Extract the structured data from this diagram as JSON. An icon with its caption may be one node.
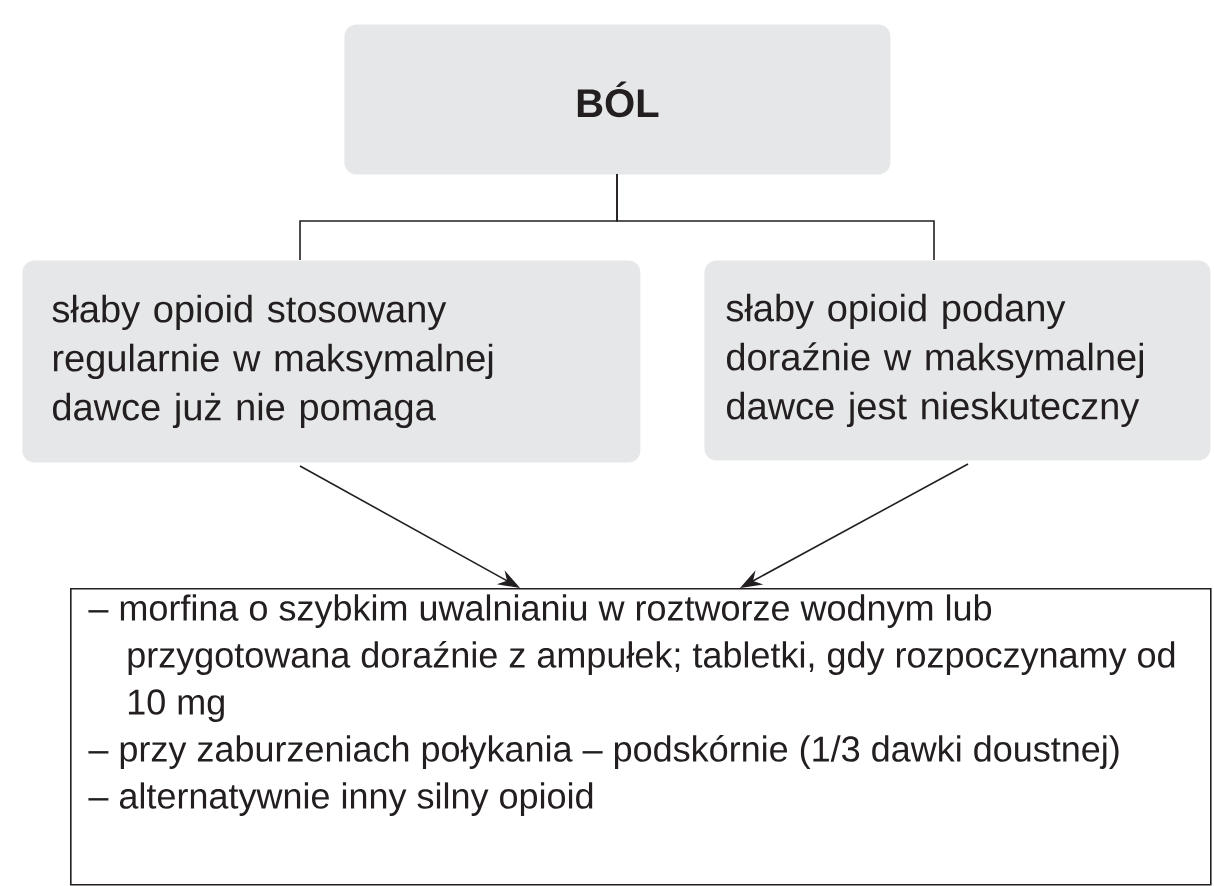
{
  "diagram": {
    "nodes": [
      {
        "text": [
          "BÓL"
        ]
      },
      {
        "text": [
          "słaby opioid stosowany regularnie w maksymalnej dawce już nie pomaga"
        ]
      },
      {
        "text": [
          "słaby opioid podany doraźnie w maksymalnej dawce jest nieskuteczny"
        ]
      },
      {
        "text": [
          "– morfina o szybkim uwalnianiu w roztworze wodnym lub przygotowana doraźnie z ampułek; tabletki, gdy rozpoczynamy od 10 mg",
          "– przy zaburzeniach połykania – podskórnie (1/3 dawki doustnej)",
          "– alternatywnie inny silny opioid"
        ]
      }
    ],
    "edges": [
      {
        "from": 0,
        "to": 1,
        "arrow": "none"
      },
      {
        "from": 0,
        "to": 2,
        "arrow": "none"
      },
      {
        "from": 1,
        "to": 3,
        "arrow": "to"
      },
      {
        "from": 2,
        "to": 3,
        "arrow": "to"
      }
    ]
  }
}
